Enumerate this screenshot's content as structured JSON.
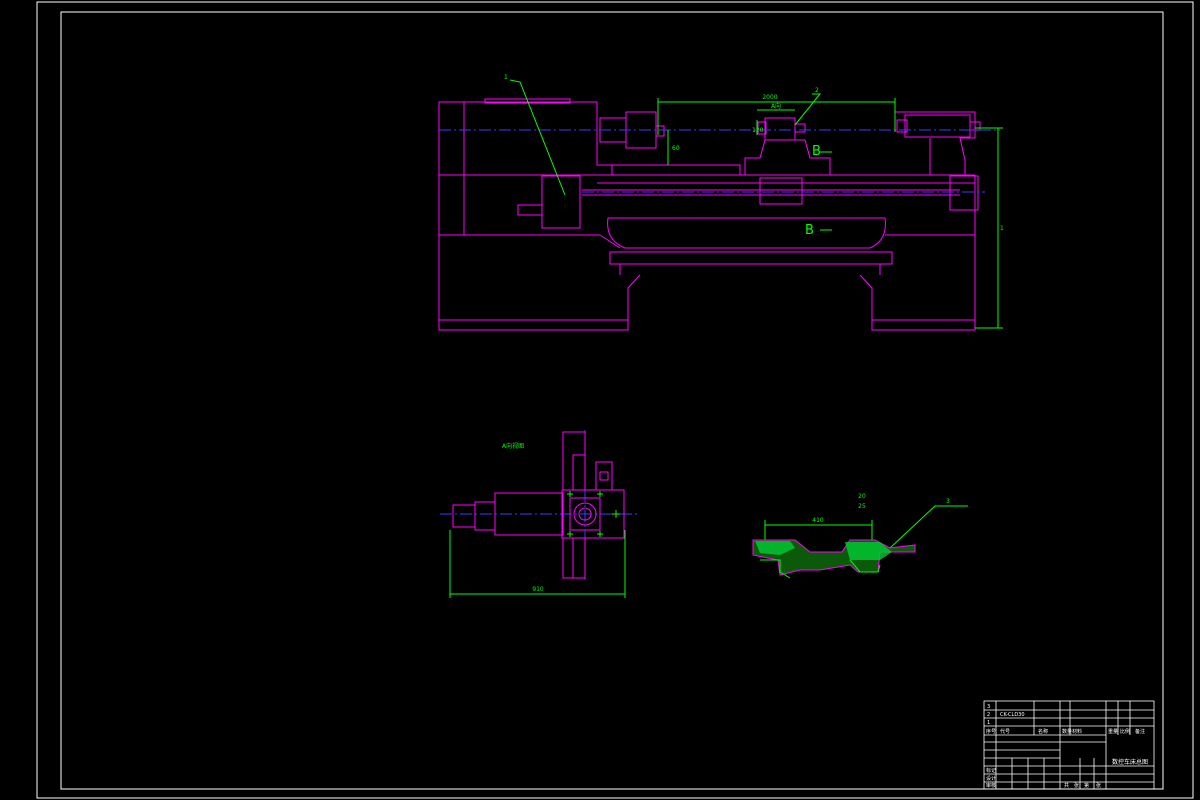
{
  "colors": {
    "background": "#000000",
    "frame": "#ffffff",
    "outline": "#ff00ff",
    "centerline": "#3b3bff",
    "dimension": "#00ff00",
    "hatch": "#00ff00"
  },
  "labels": {
    "section_mark_top": "B",
    "section_mark_bottom": "B",
    "leader_1": "1",
    "leader_2": "2",
    "leader_3": "3",
    "small_view_label": "A向视图"
  },
  "dimensions": {
    "top_span": "2000",
    "tool_a": "A向",
    "tool_width": "120",
    "head_height": "60",
    "overall_height": "1",
    "bottom_width": "910",
    "section_span": "410",
    "section_a": "20",
    "section_b": "25"
  },
  "title_block": {
    "drawing_title": "数控车床总图",
    "left_cells": [
      "3",
      "2",
      "1",
      "序号",
      "标记",
      "设计",
      "审核",
      "工艺"
    ],
    "mid_cells": [
      "CK-CLD30",
      "代号",
      "名称",
      "数量",
      "材料",
      "重量",
      "比例"
    ],
    "right_cells": [
      "备注",
      "共",
      "张",
      "第",
      "张"
    ]
  }
}
